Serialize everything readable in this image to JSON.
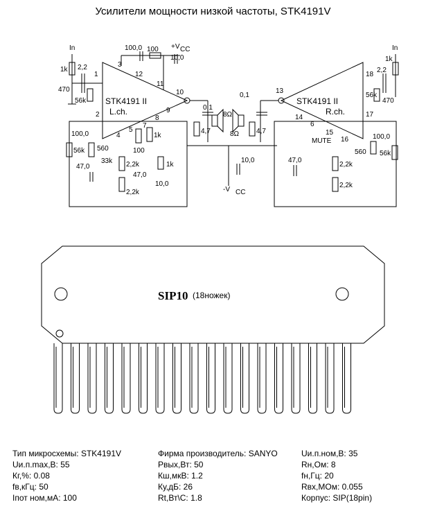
{
  "title": "Усилители мощности низкой частоты, STK4191V",
  "schematic": {
    "left_chip": "STK4191  II",
    "left_channel": "L.ch.",
    "right_chip": "STK4191  II",
    "right_channel": "R.ch.",
    "in_label": "In",
    "vcc_plus": "+V",
    "vcc_minus": "-V",
    "cc": "CC",
    "mute": "MUTE",
    "ohm8": "8Ω",
    "pins_left": [
      "1",
      "2",
      "3",
      "4",
      "5",
      "7",
      "8",
      "9",
      "10",
      "11",
      "12"
    ],
    "pins_right": [
      "13",
      "14",
      "6",
      "15",
      "16",
      "17",
      "18"
    ],
    "values": {
      "r1k": "1k",
      "c22": "2,2",
      "r470": "470",
      "r56k": "56k",
      "c1000": "100,0",
      "r100": "100",
      "c100": "10,0",
      "c01": "0,1",
      "r47": "4,7",
      "r560": "560",
      "r33k": "33k",
      "r22k": "2,2k",
      "c470": "47,0"
    }
  },
  "package": {
    "name": "SIP10",
    "pins_note": "(18ножек)",
    "pin_count": 18
  },
  "specs": {
    "col1": [
      "Тип микросхемы: STK4191V",
      "Uи.п.max,В: 55",
      "Кг,%: 0.08",
      "fв,кГц: 50",
      "Iпот ном,мА: 100"
    ],
    "col2": [
      "Фирма производитель: SANYO",
      "Рвых,Вт: 50",
      "Кш,мкВ: 1.2",
      "Ку,дБ: 26",
      "Rt,Вт\\С: 1.8"
    ],
    "col3": [
      "Uи.п.ном,В: 35",
      "Rн,Ом: 8",
      "fн,Гц: 20",
      "Rвх,МОм: 0.055",
      "Корпус: SIP(18pin)"
    ]
  }
}
